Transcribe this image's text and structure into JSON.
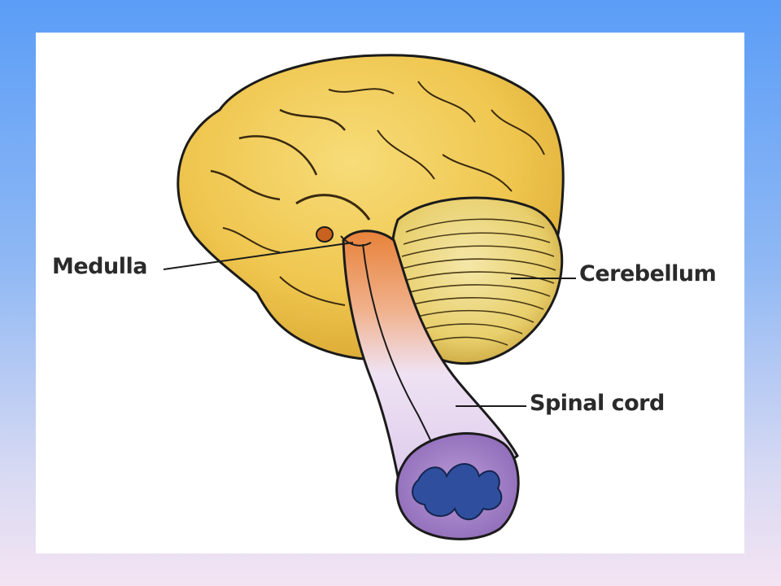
{
  "diagram": {
    "labels": {
      "medulla": "Medulla",
      "cerebellum": "Cerebellum",
      "spinal_cord": "Spinal cord"
    },
    "colors": {
      "background_top": "#5b9df7",
      "background_bottom": "#f4e4f3",
      "cerebrum": "#f2cf5a",
      "cerebrum_shade": "#d9a934",
      "brainstem": "#e08a3c",
      "spinal_cord": "#e3d2ef",
      "gray_matter": "#2f4f9e",
      "outline": "#1b1b1b"
    }
  }
}
